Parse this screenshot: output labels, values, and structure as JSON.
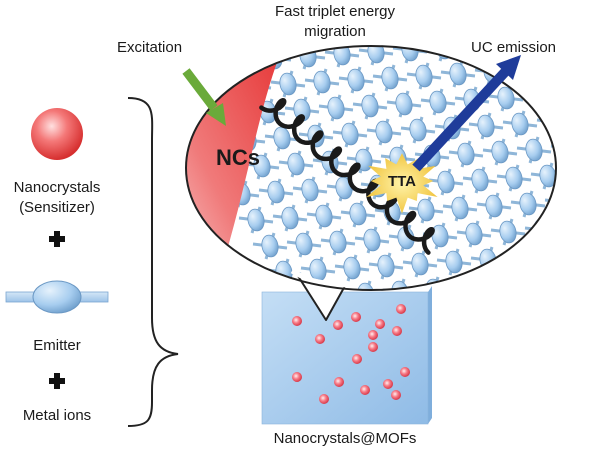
{
  "labels": {
    "excitation": "Excitation",
    "migration_line1": "Fast triplet energy",
    "migration_line2": "migration",
    "uc_emission": "UC emission",
    "ncs": "NCs",
    "tta": "TTA",
    "nanocrystals_line1": "Nanocrystals",
    "nanocrystals_line2": "(Sensitizer)",
    "emitter": "Emitter",
    "metal_ions": "Metal ions",
    "composite": "Nanocrystals@MOFs"
  },
  "colors": {
    "excitation_arrow": "#6aaa3a",
    "uc_arrow": "#1f3c9a",
    "nc_red": "#e23a3a",
    "emitter_blue": "#9ec7ec",
    "mof_block": "#a9cdee",
    "tta_star": "#f6d24a"
  },
  "icons": {
    "plus": "plus-icon",
    "sensitizer": "nanocrystal-sphere-icon",
    "emitter": "emitter-icon"
  }
}
